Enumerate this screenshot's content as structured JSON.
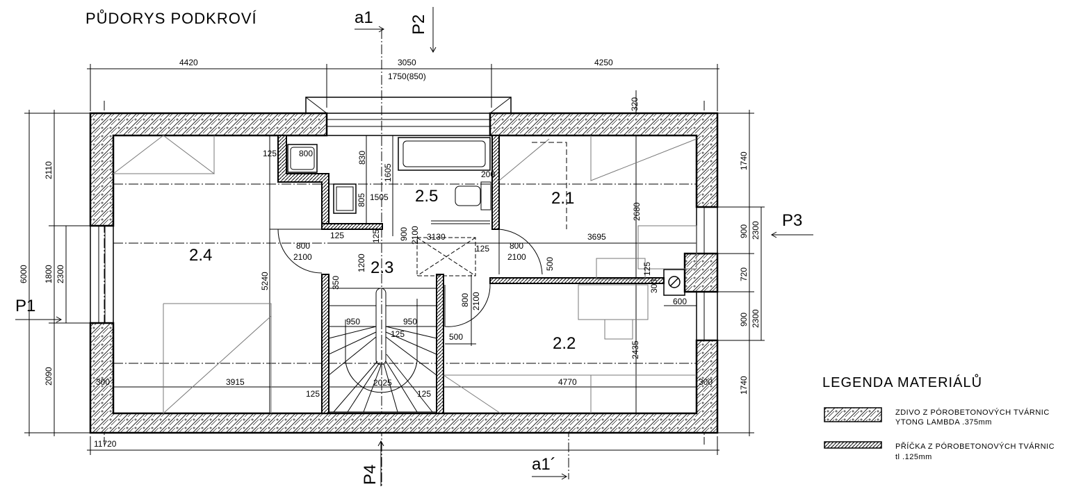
{
  "title": "PŮDORYS PODKROVÍ",
  "sections": {
    "a1_top": "a1",
    "a1_bottom": "a1´",
    "p1": "P1",
    "p2": "P2",
    "p3": "P3",
    "p4": "P4"
  },
  "rooms": [
    "2.1",
    "2.2",
    "2.3",
    "2.4",
    "2.5"
  ],
  "dimensions": {
    "top": [
      "4420",
      "3050",
      "1750(850)",
      "4250"
    ],
    "bottom": [
      "11720"
    ],
    "left": [
      "2110",
      "1800",
      "2300",
      "6000",
      "2090"
    ],
    "right": [
      "1740",
      "900",
      "2300",
      "720",
      "900",
      "2300",
      "1740"
    ],
    "interior": [
      "125",
      "800",
      "830",
      "1605",
      "200",
      "805",
      "1505",
      "2680",
      "125",
      "125",
      "900",
      "2100",
      "3130",
      "125",
      "800",
      "2100",
      "3695",
      "800",
      "2100",
      "1200",
      "500",
      "125",
      "300",
      "600",
      "350",
      "5240",
      "800",
      "2100",
      "950",
      "950",
      "125",
      "500",
      "2435",
      "300",
      "3915",
      "2025",
      "125",
      "125",
      "4770",
      "300",
      "320"
    ]
  },
  "legend": {
    "title": "LEGENDA MATERIÁLŮ",
    "items": [
      {
        "line1": "ZDIVO Z PÓROBETONOVÝCH TVÁRNIC",
        "line2": "YTONG LAMBDA .375mm"
      },
      {
        "line1": "PŘÍČKA Z PÓROBETONOVÝCH TVÁRNIC",
        "line2": "tl .125mm"
      }
    ]
  }
}
